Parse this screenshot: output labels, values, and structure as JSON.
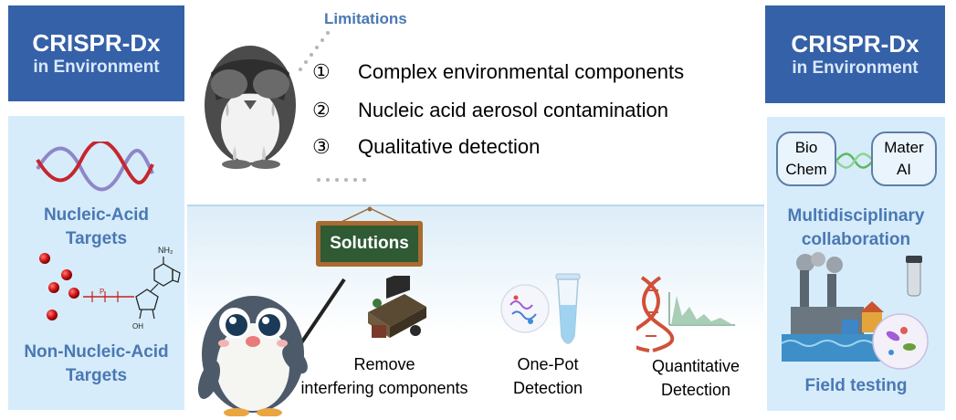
{
  "left": {
    "header_line1": "CRISPR-Dx",
    "header_line2": "in Environment",
    "nucleic_label_1": "Nucleic-Acid",
    "nucleic_label_2": "Targets",
    "non_nucleic_label_1": "Non-Nucleic-Acid",
    "non_nucleic_label_2": "Targets",
    "molecule_labels": {
      "nh2": "NH₂",
      "oh": "OH",
      "p": "P"
    }
  },
  "right": {
    "header_line1": "CRISPR-Dx",
    "header_line2": "in Environment",
    "box_left_1": "Bio",
    "box_left_2": "Chem",
    "box_right_1": "Mater",
    "box_right_2": "AI",
    "multi_label_1": "Multidisciplinary",
    "multi_label_2": "collaboration",
    "field_label": "Field testing"
  },
  "limitations": {
    "title": "Limitations",
    "items": [
      {
        "num": "①",
        "text": "Complex environmental components"
      },
      {
        "num": "②",
        "text": "Nucleic acid aerosol contamination"
      },
      {
        "num": "③",
        "text": "Qualitative detection"
      }
    ]
  },
  "solutions": {
    "board_label": "Solutions",
    "items": [
      {
        "line1": "Remove",
        "line2": "interfering components"
      },
      {
        "line1": "One-Pot",
        "line2": "Detection"
      },
      {
        "line1": "Quantitative",
        "line2": "Detection"
      }
    ]
  },
  "colors": {
    "header_blue": "#3561a8",
    "panel_light_blue": "#d6ecfa",
    "label_blue": "#4a78b3",
    "board_green": "#2f5a34"
  }
}
